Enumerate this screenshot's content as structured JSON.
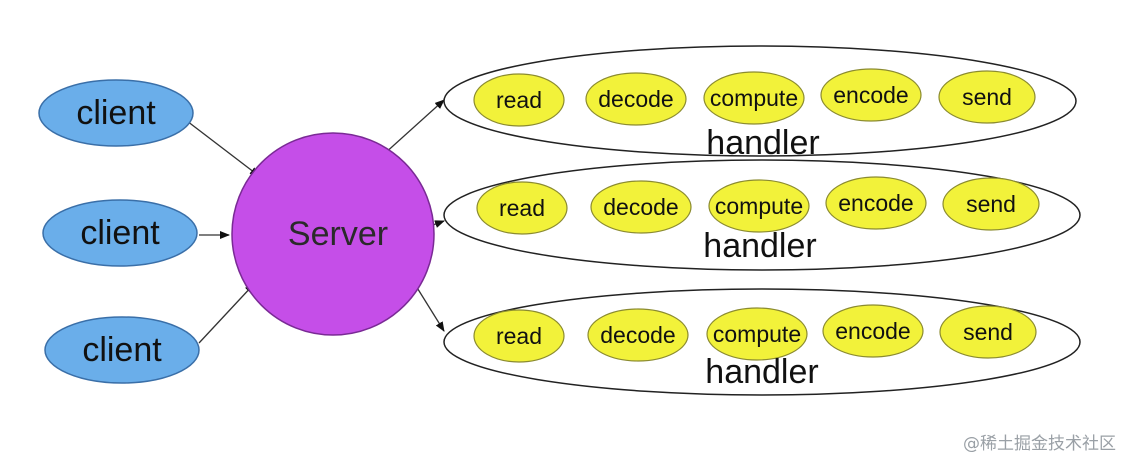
{
  "clients": [
    {
      "label": "client"
    },
    {
      "label": "client"
    },
    {
      "label": "client"
    }
  ],
  "server": {
    "label": "Server"
  },
  "handlers": [
    {
      "label": "handler",
      "steps": [
        "read",
        "decode",
        "compute",
        "encode",
        "send"
      ]
    },
    {
      "label": "handler",
      "steps": [
        "read",
        "decode",
        "compute",
        "encode",
        "send"
      ]
    },
    {
      "label": "handler",
      "steps": [
        "read",
        "decode",
        "compute",
        "encode",
        "send"
      ]
    }
  ],
  "watermark": "@稀土掘金技术社区",
  "colors": {
    "client_fill": "#6aaeea",
    "client_stroke": "#3a6fa8",
    "server_fill": "#c54ee8",
    "server_stroke": "#7a2a95",
    "step_fill": "#f2f23a",
    "step_stroke": "#8b8b30",
    "handler_stroke": "#222222",
    "arrow": "#333333"
  }
}
